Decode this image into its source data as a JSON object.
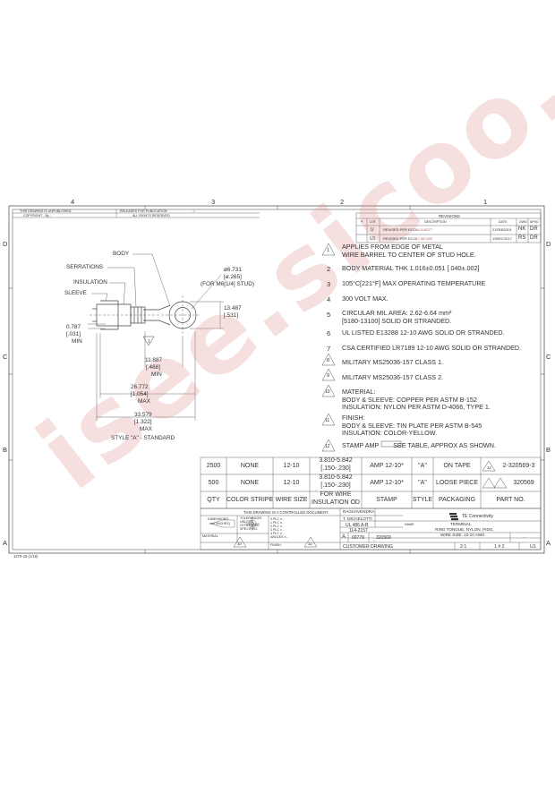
{
  "zones_top": [
    "4",
    "3",
    "2",
    "1"
  ],
  "zones_side": [
    "D",
    "C",
    "B",
    "A"
  ],
  "header": {
    "unpublished": "THIS DRAWING IS UNPUBLISHED.",
    "copyright": "COPYRIGHT   -   By   -",
    "released": "RELEASED FOR PUBLICATION",
    "rights": "ALL RIGHTS RESERVED.",
    "date_mark": "- / -"
  },
  "revisions": {
    "title": "REVISIONS",
    "columns": [
      "P",
      "LTR",
      "DESCRIPTION",
      "DATE",
      "DWN",
      "APVD"
    ],
    "rows": [
      {
        "ltr": "U",
        "desc": "REVISED PER ECO-",
        "eco": "14-015277",
        "date": "21FEB2015",
        "dwn": "NK",
        "apvd": "DR"
      },
      {
        "ltr": "U1",
        "desc": "REVISED PER ECO-",
        "eco": "17-007400",
        "date": "19DEC2017",
        "dwn": "RS",
        "apvd": "DR"
      }
    ]
  },
  "drawing_labels": {
    "body": "BODY",
    "serrations": "SERRATIONS",
    "insulation": "INSULATION",
    "sleeve": "SLEEVE",
    "dia": "ø6.731",
    "dia_in": "[ø.265]",
    "stud": "(FOR M6[1/4] STUD)",
    "d1": "13.487",
    "d1_in": "[.531]",
    "d2": "0.787",
    "d2_in": "[.031]",
    "d2_min": "MIN",
    "d3": "11.887",
    "d3_in": "[.468]",
    "d3_min": "MIN",
    "d4": "26.772",
    "d4_in": "[1.054]",
    "d4_max": "MAX",
    "d5": "33.579",
    "d5_in": "[1.322]",
    "d5_max": "MAX",
    "style": "STYLE \"A\" - STANDARD",
    "flag1": "1",
    "flag12": "12"
  },
  "notes": [
    {
      "n": "1",
      "flag": true,
      "text": "APPLIES FROM EDGE OF METAL\nWIRE BARREL TO CENTER OF STUD HOLE."
    },
    {
      "n": "2",
      "flag": false,
      "text": "BODY MATERIAL THK 1.016±0.051 [.040±.002]"
    },
    {
      "n": "3",
      "flag": false,
      "text": "105°C[221°F] MAX OPERATING TEMPERATURE"
    },
    {
      "n": "4",
      "flag": false,
      "text": "300 VOLT MAX."
    },
    {
      "n": "5",
      "flag": false,
      "text": "CIRCULAR MIL AREA: 2.62-6.64 mm²\n[5180-13100] SOLID OR STRANDED."
    },
    {
      "n": "6",
      "flag": false,
      "text": "UL LISTED E13288 12-10 AWG SOLID OR STRANDED."
    },
    {
      "n": "7",
      "flag": false,
      "text": "CSA CERTIFIED LR7189 12-10 AWG SOLID OR STRANDED."
    },
    {
      "n": "8",
      "flag": true,
      "text": "MILITARY MS25036-157 CLASS 1."
    },
    {
      "n": "9",
      "flag": true,
      "text": "MILITARY MS25036-157 CLASS 2."
    },
    {
      "n": "10",
      "flag": true,
      "text": "MATERIAL:\nBODY & SLEEVE: COPPER PER ASTM B-152\nINSULATION: NYLON PER ASTM D-4066, TYPE 1."
    },
    {
      "n": "11",
      "flag": true,
      "text": "FINISH:\nBODY & SLEEVE: TIN PLATE PER ASTM B-545\nINSULATION: COLOR-YELLOW."
    },
    {
      "n": "12",
      "flag": true,
      "text": "STAMP AMP        SEE TABLE, APPROX AS SHOWN."
    }
  ],
  "part_table": {
    "rows": [
      [
        "2500",
        "NONE",
        "12-10",
        "3.810-5.842\n[.150-.230]",
        "AMP 12-10*",
        "\"A\"",
        "ON TAPE",
        "2-320569-3"
      ],
      [
        "500",
        "NONE",
        "12-10",
        "3.810-5.842\n[.150-.230]",
        "AMP 12-10*",
        "\"A\"",
        "LOOSE PIECE",
        "320569"
      ]
    ],
    "header": [
      "QTY",
      "COLOR STRIPE",
      "WIRE SIZE",
      "FOR WIRE\nINSULATION OD",
      "STAMP",
      "STYLE",
      "PACKAGING",
      "PART NO."
    ]
  },
  "title_block": {
    "controlled": "THIS DRAWING IS A CONTROLLED DOCUMENT.",
    "dwn": "RAGHAVENDRA",
    "chk": "T. MICHELOTTI",
    "brand": "TE Connectivity",
    "name_label": "NAME",
    "name1": "TERMINAL",
    "name2": "RING TONGUE, NYLON, PIDG,",
    "name3": "WIRE SIZE: 12-10 AWG",
    "product_spec": "UL 486 A-B",
    "app_spec": "114-2157",
    "size": "A",
    "cage": "00779",
    "dwg_no": "320569",
    "restricted": "-",
    "weight": "-",
    "doc": "CUSTOMER DRAWING",
    "scale": "2:1",
    "sheet": "1 # 2",
    "rev": "U1",
    "material_flag": "10",
    "finish_flag": "11",
    "dim_label": "DIMENSIONS:",
    "mm_inch": "mm [INCHES]",
    "tol_label": "TOLERANCES UNLESS OTHERWISE SPECIFIED:",
    "tol_lines": [
      "0 PLC   ±  -",
      "1 PLC   ±  -",
      "2 PLC   ±  -",
      "3 PLC   ±  -",
      "4 PLC   ±  -",
      "ANGLES  ±  -"
    ],
    "material_label": "MATERIAL",
    "finish_label": "FINISH"
  },
  "footer_code": "1470-15 (1/16)",
  "watermark": "isee.sicoo.com"
}
